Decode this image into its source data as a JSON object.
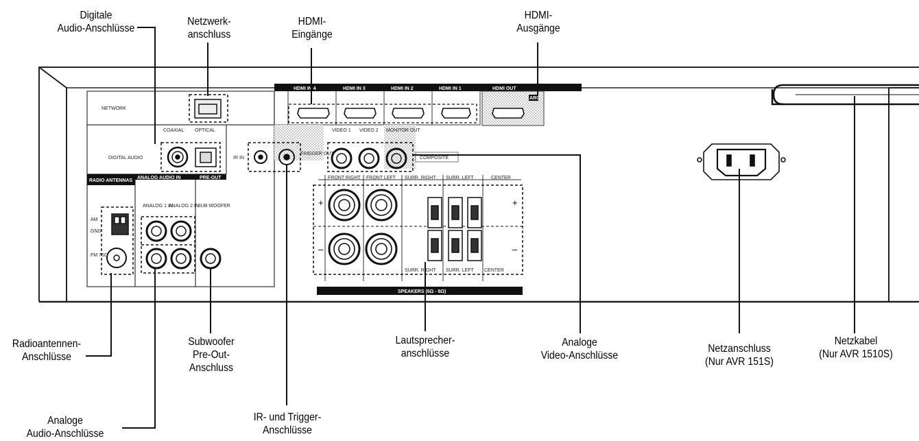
{
  "callouts": {
    "digitale_audio": [
      "Digitale",
      "Audio-Anschlüsse"
    ],
    "netzwerk": [
      "Netzwerk-",
      "anschluss"
    ],
    "hdmi_eingaenge": [
      "HDMI-",
      "Eingänge"
    ],
    "hdmi_ausgaenge": [
      "HDMI-",
      "Ausgänge"
    ],
    "radioantennen": [
      "Radioantennen-",
      "Anschlüsse"
    ],
    "subwoofer": [
      "Subwoofer",
      "Pre-Out-",
      "Anschluss"
    ],
    "analoge_audio": [
      "Analoge",
      "Audio-Anschlüsse"
    ],
    "ir_trigger": [
      "IR- und Trigger-",
      "Anschlüsse"
    ],
    "lautsprecher": [
      "Lautsprecher-",
      "anschlüsse"
    ],
    "analoge_video": [
      "Analoge",
      "Video-Anschlüsse"
    ],
    "netzanschluss": [
      "Netzanschluss",
      "(Nur AVR 151S)"
    ],
    "netzkabel": [
      "Netzkabel",
      "(Nur AVR 1510S)"
    ]
  },
  "panel_labels": {
    "network": "NETWORK",
    "digital_audio": "DIGITAL AUDIO",
    "coaxial": "COAXIAL",
    "optical": "OPTICAL",
    "ir_in": "IR IN",
    "trigger_out": "TRIGGER OUT",
    "radio_antennas": "RADIO ANTENNAS",
    "analog_audio_in": "ANALOG AUDIO IN",
    "pre_out": "PRE-OUT",
    "analog_1_in": "ANALOG 1 IN",
    "analog_2_in": "ANALOG 2 IN",
    "sub_woofer": "SUB WOOFER",
    "am": "AM",
    "gnd": "GND",
    "fm": "FM 75Ω",
    "hdmi_in_4": "HDMI IN 4",
    "hdmi_in_3": "HDMI IN 3",
    "hdmi_in_2": "HDMI IN 2",
    "hdmi_in_1": "HDMI IN 1",
    "hdmi_out": "HDMI OUT",
    "arc": "ARC",
    "video_1": "VIDEO 1",
    "video_2": "VIDEO 2",
    "monitor_out": "MONITOR OUT",
    "composite": "COMPOSITE",
    "front_right": "FRONT RIGHT",
    "front_left": "FRONT LEFT",
    "surr_right": "SURR. RIGHT",
    "surr_left": "SURR. LEFT",
    "center": "CENTER",
    "speakers": "SPEAKERS (6Ω - 8Ω)",
    "plus": "+",
    "minus": "–"
  }
}
